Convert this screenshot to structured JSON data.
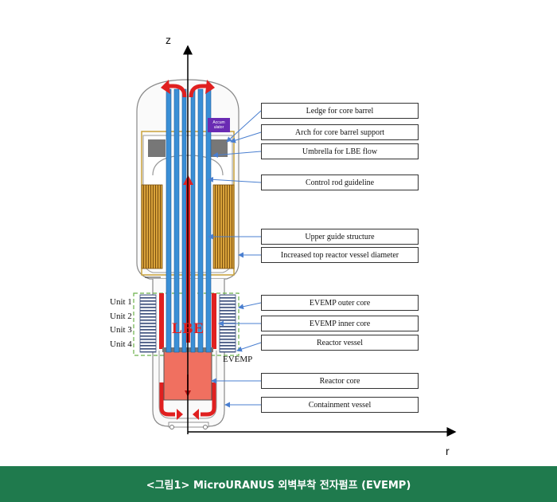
{
  "axes": {
    "z_label": "z",
    "r_label": "r"
  },
  "callouts": [
    "Ledge for core barrel",
    "Arch for core barrel support",
    "Umbrella for LBE flow",
    "Control rod guideline",
    "Upper guide structure",
    "Increased top reactor vessel diameter",
    "EVEMP outer core",
    "EVEMP inner core",
    "Reactor vessel",
    "Reactor core",
    "Containment vessel"
  ],
  "units": [
    "Unit 1",
    "Unit 2",
    "Unit 3",
    "Unit 4"
  ],
  "labels": {
    "lbe": "LBE",
    "evemp": "EVEMP",
    "accumulator": "Accum ulator"
  },
  "caption": "<그림1> MicroURANUS 외벽부착 전자펌프 (EVEMP)",
  "colors": {
    "caption_bg": "#1f7a4d",
    "flow_arrow": "#e02020",
    "rods": "#3a8fd6",
    "core": "#f07060",
    "accumulator": "#6a2bb3",
    "leader": "#4a7fd0"
  }
}
